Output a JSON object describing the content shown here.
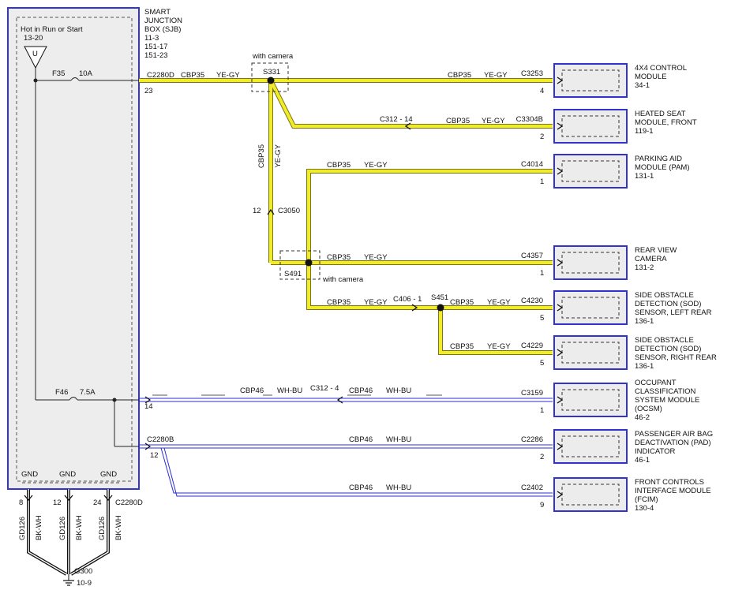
{
  "sjb": {
    "label": [
      "SMART",
      "JUNCTION",
      "BOX (SJB)",
      "11-3",
      "151-17",
      "151-23"
    ],
    "hot": "Hot in Run or Start",
    "hot_ref": "13-20",
    "hot_symbol": "U",
    "f35": "F35",
    "f35_amp": "10A",
    "f46": "F46",
    "f46_amp": "7.5A",
    "gnd": [
      "GND",
      "GND",
      "GND"
    ]
  },
  "connectors": {
    "c2280d_top": "C2280D",
    "pin23": "23",
    "pin14": "14",
    "c2280b": "C2280B",
    "pin12_b": "12",
    "c2280d_bottom": "C2280D",
    "gnd_pins": [
      "8",
      "12",
      "24"
    ]
  },
  "splices": {
    "s331": "S331",
    "s331_note": "with camera",
    "s491": "S491",
    "s491_note": "with camera",
    "s451": "S451",
    "c3050": "C3050",
    "c3050_pin": "12",
    "c312_14": "C312 - 14",
    "c312_4": "C312 - 4",
    "c406_1": "C406 - 1"
  },
  "wires": {
    "cbp35": "CBP35",
    "yegy": "YE-GY",
    "cbp46": "CBP46",
    "whbu": "WH-BU",
    "gd126": "GD126",
    "bkwh": "BK-WH"
  },
  "ground": {
    "name": "G300",
    "ref": "10-9"
  },
  "modules": [
    {
      "connector": "C3253",
      "pin": "4",
      "name": [
        "4X4 CONTROL",
        "MODULE",
        "34-1"
      ]
    },
    {
      "connector": "C3304B",
      "pin": "2",
      "name": [
        "HEATED SEAT",
        "MODULE, FRONT",
        "119-1"
      ]
    },
    {
      "connector": "C4014",
      "pin": "1",
      "name": [
        "PARKING AID",
        "MODULE (PAM)",
        "131-1"
      ]
    },
    {
      "connector": "C4357",
      "pin": "1",
      "name": [
        "REAR VIEW",
        "CAMERA",
        "131-2"
      ]
    },
    {
      "connector": "C4230",
      "pin": "5",
      "name": [
        "SIDE OBSTACLE",
        "DETECTION (SOD)",
        "SENSOR, LEFT REAR",
        "136-1"
      ]
    },
    {
      "connector": "C4229",
      "pin": "5",
      "name": [
        "SIDE OBSTACLE",
        "DETECTION (SOD)",
        "SENSOR, RIGHT REAR",
        "136-1"
      ]
    },
    {
      "connector": "C3159",
      "pin": "1",
      "name": [
        "OCCUPANT",
        "CLASSIFICATION",
        "SYSTEM MODULE",
        "(OCSM)",
        "46-2"
      ]
    },
    {
      "connector": "C2286",
      "pin": "2",
      "name": [
        "PASSENGER AIR BAG",
        "DEACTIVATION (PAD)",
        "INDICATOR",
        "46-1"
      ]
    },
    {
      "connector": "C2402",
      "pin": "9",
      "name": [
        "FRONT CONTROLS",
        "INTERFACE MODULE",
        "(FCIM)",
        "130-4"
      ]
    }
  ],
  "colors": {
    "yellow_wire": "#f2ec27",
    "yellow_edge": "#7a7420",
    "blue_wire": "#2b2bd6",
    "box_border": "#3232cf",
    "box_fill": "#ececec"
  }
}
